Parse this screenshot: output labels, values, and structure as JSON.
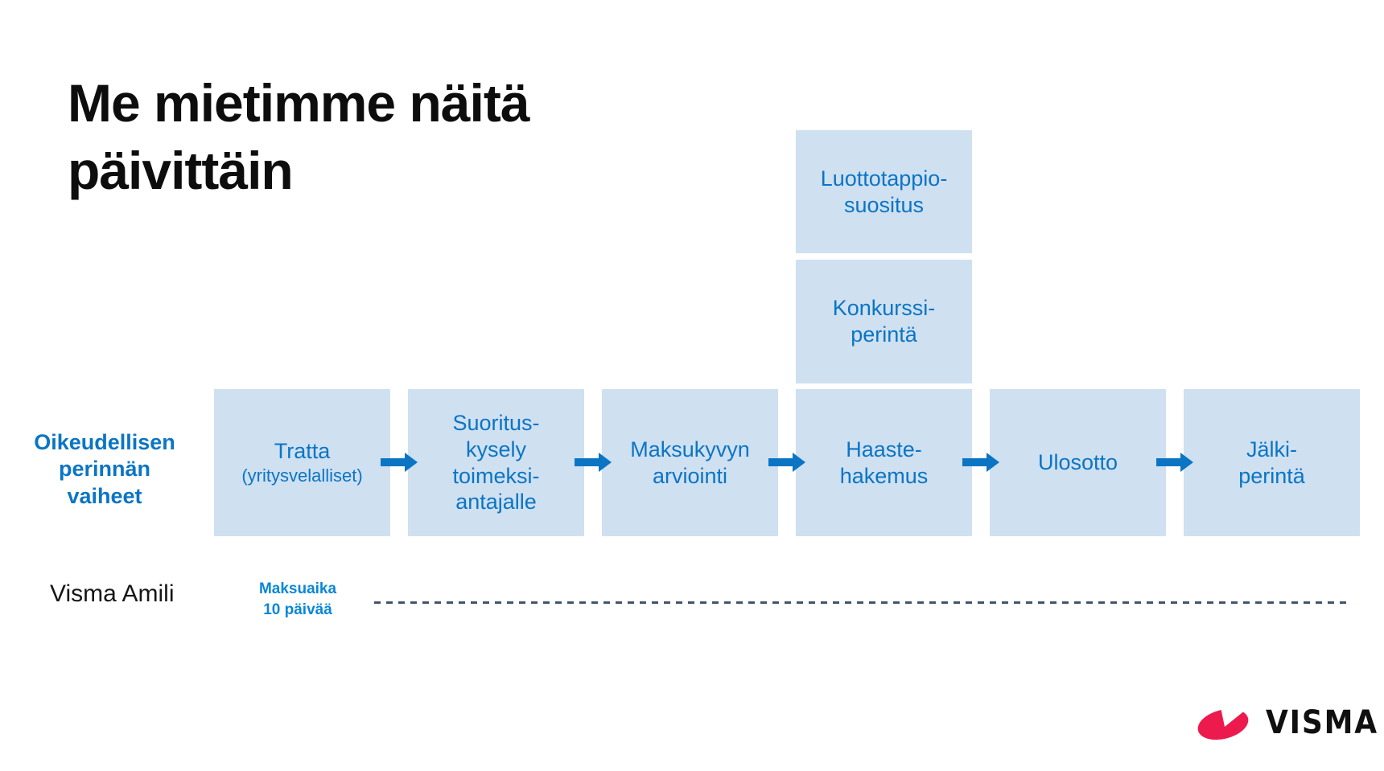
{
  "slide": {
    "title": "Me mietimme näitä\npäivittäin",
    "flow_label": "Oikeudellisen\nperinnän\nvaiheet"
  },
  "stages": [
    {
      "name": "tratta",
      "label": "Tratta",
      "sublabel": "(yritysvelalliset)"
    },
    {
      "name": "suoritus-kysely",
      "label": "Suoritus-\nkysely\ntoimeksi-\nantajalle"
    },
    {
      "name": "maksukyvyn-arviointi",
      "label": "Maksukyvyn\narviointi"
    },
    {
      "name": "haaste-hakemus",
      "label": "Haaste-\nhakemus"
    },
    {
      "name": "ulosotto",
      "label": "Ulosotto"
    },
    {
      "name": "jalki-perinta",
      "label": "Jälki-\nperintä"
    }
  ],
  "branch_stack": [
    {
      "name": "luottotappio-suositus",
      "label": "Luottotappio-\nsuositus"
    },
    {
      "name": "konkurssi-perinta",
      "label": "Konkurssi-\nperintä"
    }
  ],
  "footer": {
    "product": "Visma Amili",
    "timeline_note": "Maksuaika\n10 päivää"
  },
  "logo": {
    "text": "VISMA",
    "icon": "visma-swoosh-icon"
  },
  "colors": {
    "accent_blue": "#0b75c4",
    "box_fill": "#cfe0f1",
    "note_blue": "#0a86d6",
    "dash_color": "#44546a",
    "logo_red": "#ed1a4e",
    "ink": "#0d0d0d"
  }
}
